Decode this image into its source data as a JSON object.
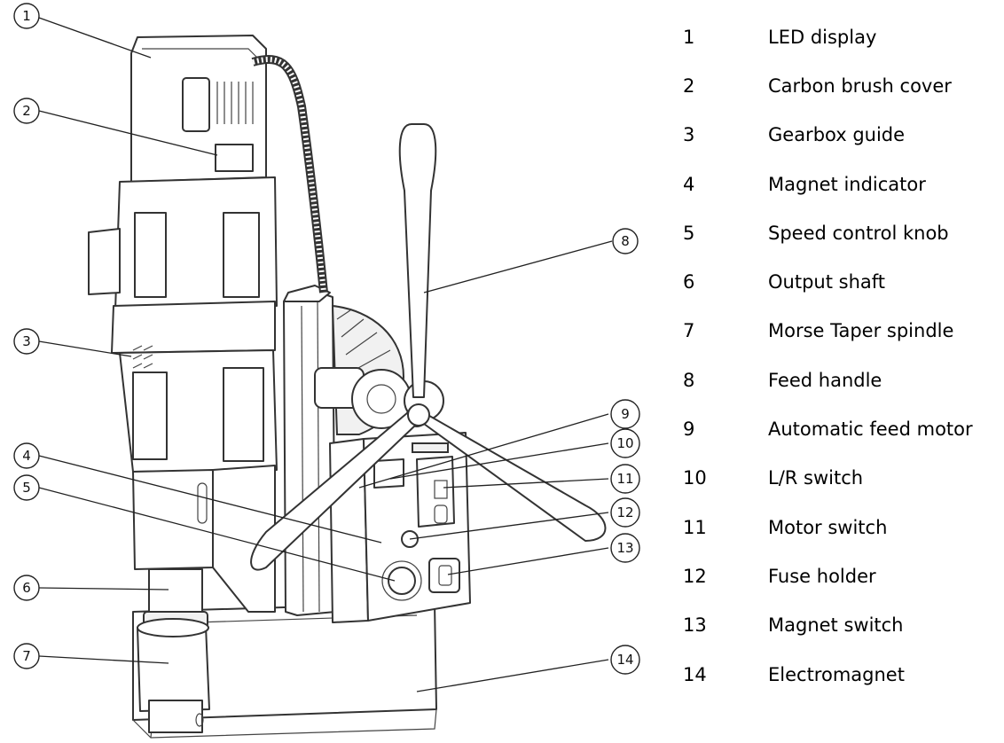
{
  "callouts": [
    {
      "num": "1",
      "label": "LED display"
    },
    {
      "num": "2",
      "label": "Carbon brush cover"
    },
    {
      "num": "3",
      "label": "Gearbox guide"
    },
    {
      "num": "4",
      "label": "Magnet indicator"
    },
    {
      "num": "5",
      "label": "Speed control knob"
    },
    {
      "num": "6",
      "label": "Output shaft"
    },
    {
      "num": "7",
      "label": "Morse Taper spindle"
    },
    {
      "num": "8",
      "label": "Feed handle"
    },
    {
      "num": "9",
      "label": "Automatic feed motor"
    },
    {
      "num": "10",
      "label": "L/R switch"
    },
    {
      "num": "11",
      "label": "Motor switch"
    },
    {
      "num": "12",
      "label": "Fuse holder"
    },
    {
      "num": "13",
      "label": "Magnet switch"
    },
    {
      "num": "14",
      "label": "Electromagnet"
    }
  ],
  "colors": {
    "line": "#333333",
    "background": "#ffffff"
  }
}
